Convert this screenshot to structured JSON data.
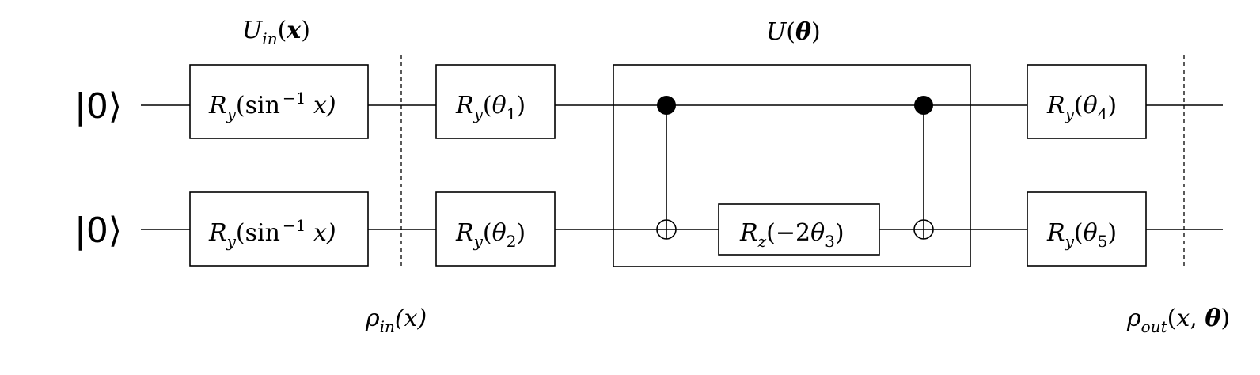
{
  "qubits": [
    {
      "ket": "|0⟩"
    },
    {
      "ket": "|0⟩"
    }
  ],
  "encoding_block": {
    "title_main": "U",
    "title_sub": "in",
    "title_arg": "x",
    "gates": [
      {
        "main": "R",
        "sub": "y",
        "arg_pre": "(sin",
        "sup": "−1",
        "arg_post": " x)"
      },
      {
        "main": "R",
        "sub": "y",
        "arg_pre": "(sin",
        "sup": "−1",
        "arg_post": " x)"
      }
    ]
  },
  "state_in": {
    "main": "ρ",
    "sub": "in",
    "arg": "(x)"
  },
  "layer1": [
    {
      "main": "R",
      "sub": "y",
      "arg": "θ",
      "idx": "1"
    },
    {
      "main": "R",
      "sub": "y",
      "arg": "θ",
      "idx": "2"
    }
  ],
  "entangler": {
    "title_main": "U",
    "title_arg": "θ",
    "rz_gate": {
      "main": "R",
      "sub": "z",
      "arg_pre": "(−2",
      "arg": "θ",
      "idx": "3"
    }
  },
  "layer2": [
    {
      "main": "R",
      "sub": "y",
      "arg": "θ",
      "idx": "4"
    },
    {
      "main": "R",
      "sub": "y",
      "arg": "θ",
      "idx": "5"
    }
  ],
  "state_out": {
    "main": "ρ",
    "sub": "out",
    "arg_x": "x",
    "arg_theta": "θ"
  }
}
